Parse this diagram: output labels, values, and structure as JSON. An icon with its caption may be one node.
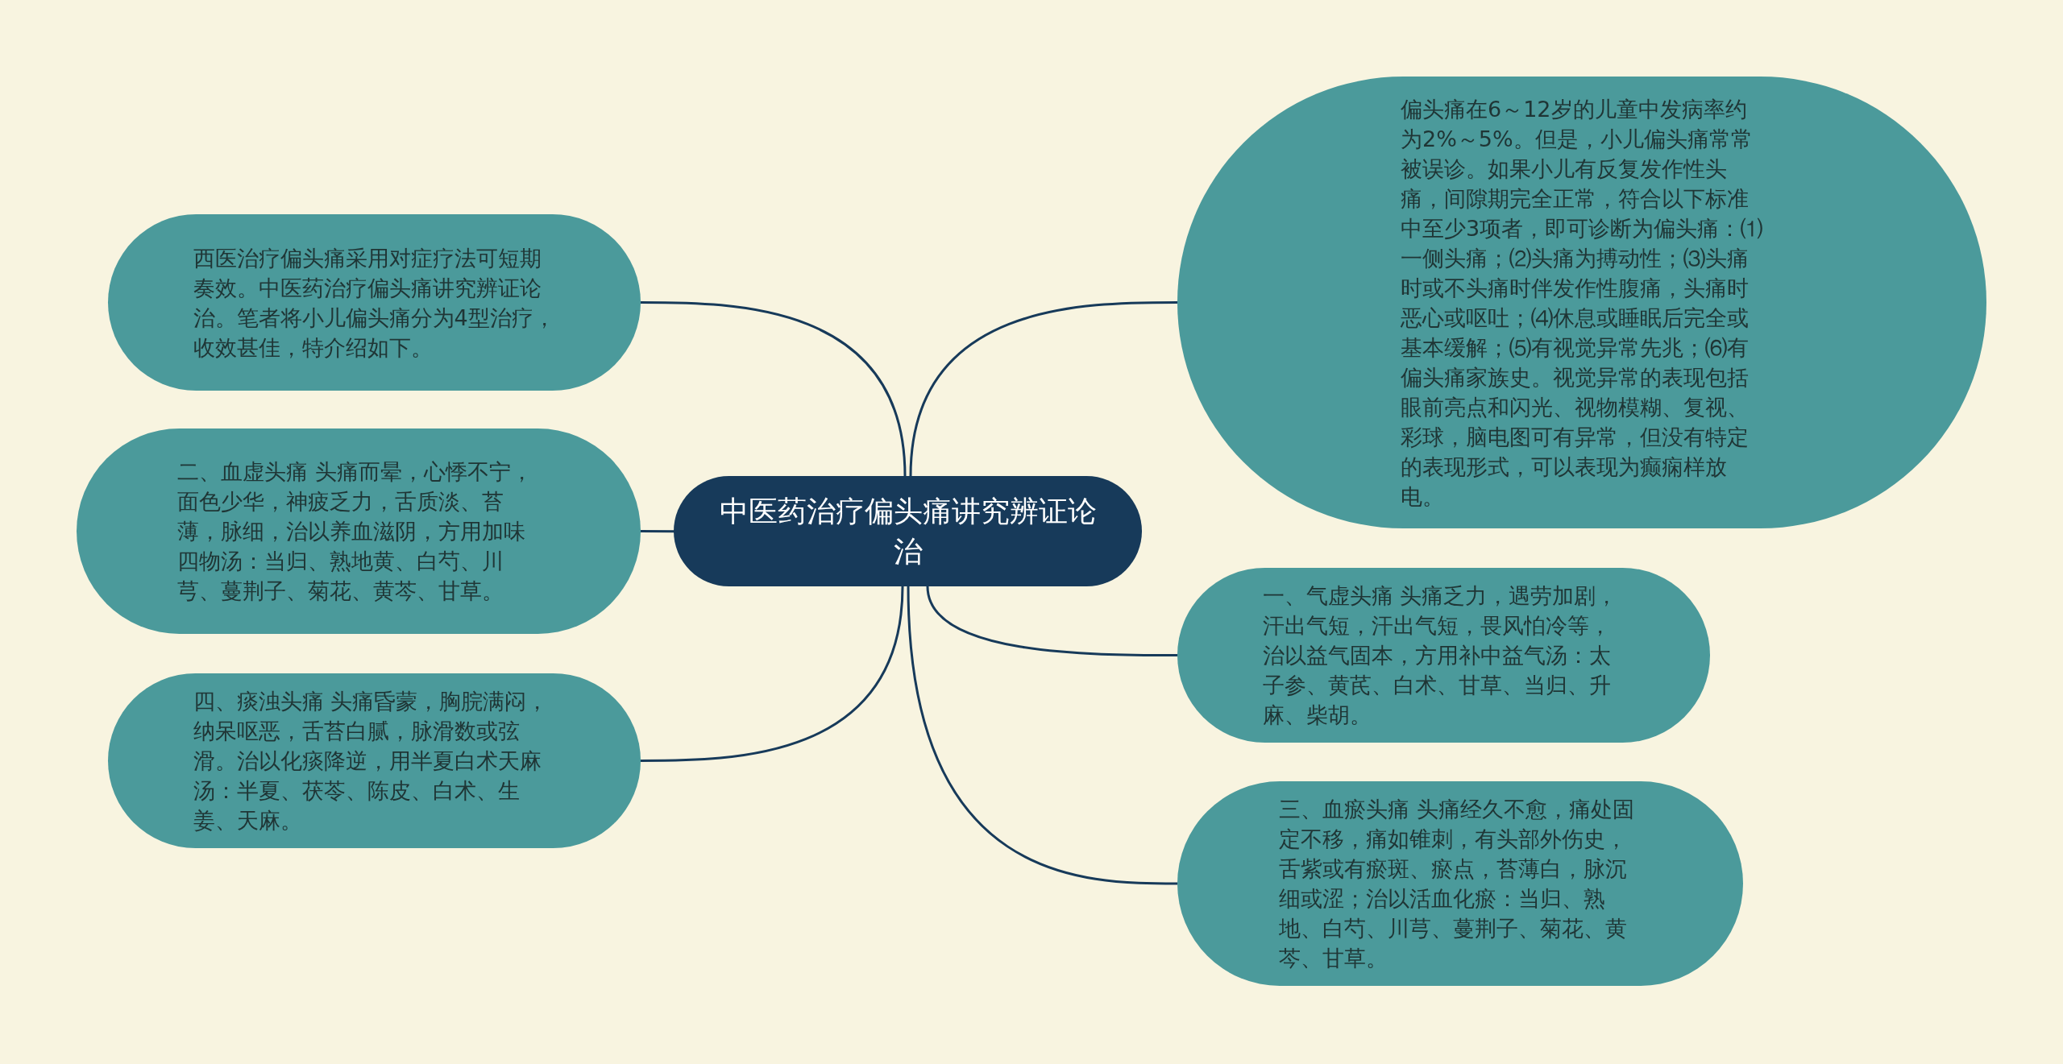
{
  "diagram": {
    "nodes": [
      {
        "text": [
          "中医药治疗偏头痛讲究辨证论治"
        ]
      },
      {
        "text": [
          "西医治疗偏头痛采用对症疗法可短期奏效。中医药治疗偏头痛讲究辨证论治。笔者将小儿偏头痛分为4型治疗，收效甚佳，特介绍如下。"
        ]
      },
      {
        "text": [
          "二、血虚头痛 头痛而晕，心悸不宁，面色少华，神疲乏力，舌质淡、苔薄，脉细，治以养血滋阴，方用加味四物汤：当归、熟地黄、白芍、川芎、蔓荆子、菊花、黄芩、甘草。"
        ]
      },
      {
        "text": [
          "四、痰浊头痛 头痛昏蒙，胸脘满闷，纳呆呕恶，舌苔白腻，脉滑数或弦滑。治以化痰降逆，用半夏白术天麻汤：半夏、茯苓、陈皮、白术、生姜、天麻。"
        ]
      },
      {
        "text": [
          "偏头痛在6～12岁的儿童中发病率约为2%～5%。但是，小儿偏头痛常常被误诊。如果小儿有反复发作性头痛，间隙期完全正常，符合以下标准中至少3项者，即可诊断为偏头痛：⑴一侧头痛；⑵头痛为搏动性；⑶头痛时或不头痛时伴发作性腹痛，头痛时恶心或呕吐；⑷休息或睡眠后完全或基本缓解；⑸有视觉异常先兆；⑹有偏头痛家族史。视觉异常的表现包括眼前亮点和闪光、视物模糊、复视、彩球，脑电图可有异常，但没有特定的表现形式，可以表现为癫痫样放电。"
        ]
      },
      {
        "text": [
          "一、气虚头痛 头痛乏力，遇劳加剧，汗出气短，汗出气短，畏风怕冷等，治以益气固本，方用补中益气汤：太子参、黄芪、白术、甘草、当归、升麻、柴胡。"
        ]
      },
      {
        "text": [
          "三、血瘀头痛 头痛经久不愈，痛处固定不移，痛如锥刺，有头部外伤史，舌紫或有瘀斑、瘀点，苔薄白，脉沉细或涩；治以活血化瘀：当归、熟地、白芍、川芎、蔓荆子、菊花、黄芩、甘草。"
        ]
      }
    ],
    "edges": [
      {
        "from": 0,
        "to": 1,
        "arrow": "none"
      },
      {
        "from": 0,
        "to": 2,
        "arrow": "none"
      },
      {
        "from": 0,
        "to": 3,
        "arrow": "none"
      },
      {
        "from": 0,
        "to": 4,
        "arrow": "none"
      },
      {
        "from": 0,
        "to": 5,
        "arrow": "none"
      },
      {
        "from": 0,
        "to": 6,
        "arrow": "none"
      }
    ]
  }
}
